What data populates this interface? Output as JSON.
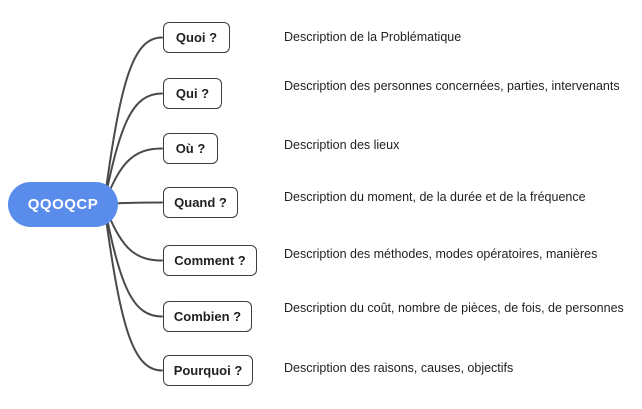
{
  "root": {
    "label": "QQOQCP",
    "fill_color": "#5A8CEC",
    "text_color": "#FFFFFF"
  },
  "branches": [
    {
      "label": "Quoi ?",
      "description": "Description de la Problématique"
    },
    {
      "label": "Qui ?",
      "description": "Description des personnes concernées, parties, intervenants"
    },
    {
      "label": "Où ?",
      "description": "Description des lieux"
    },
    {
      "label": "Quand ?",
      "description": "Description du moment, de la durée et de la fréquence"
    },
    {
      "label": "Comment ?",
      "description": "Description des méthodes, modes opératoires, manières"
    },
    {
      "label": "Combien ?",
      "description": "Description du coût, nombre de pièces, de fois, de personnes"
    },
    {
      "label": "Pourquoi ?",
      "description": "Description des raisons, causes, objectifs"
    }
  ],
  "colors": {
    "connector": "#4A4A4A",
    "box_border": "#3D3D3D",
    "box_fill": "#FFFFFF",
    "description_text": "#1F1F1F",
    "background": "#FFFFFF"
  }
}
